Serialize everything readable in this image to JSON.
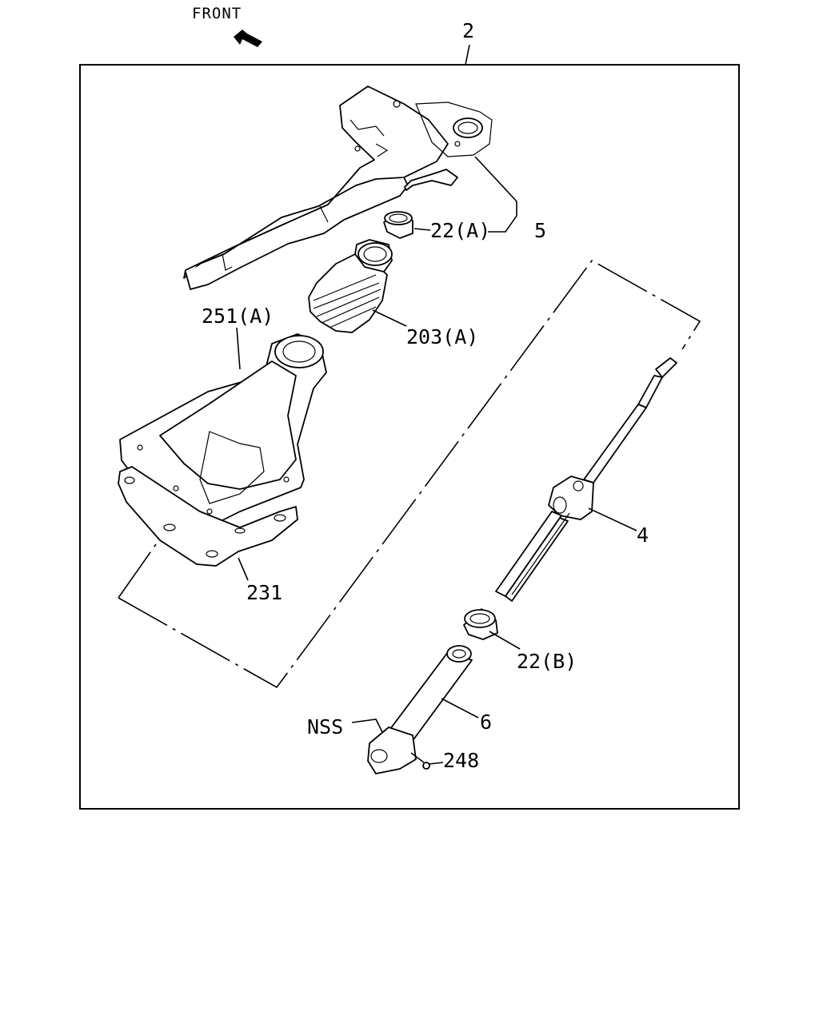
{
  "front_label": "FRONT",
  "callouts": {
    "assembly": "2",
    "bracket": "5",
    "bushing_a": "22(A)",
    "boot_a": "203(A)",
    "boot_cover": "251(A)",
    "plate": "231",
    "shaft": "4",
    "bushing_b": "22(B)",
    "lower_shaft": "6",
    "nss": "NSS",
    "bolt": "248"
  },
  "colors": {
    "line": "#000000",
    "background": "#ffffff"
  },
  "icons": {
    "front": "front-arrow-icon"
  }
}
